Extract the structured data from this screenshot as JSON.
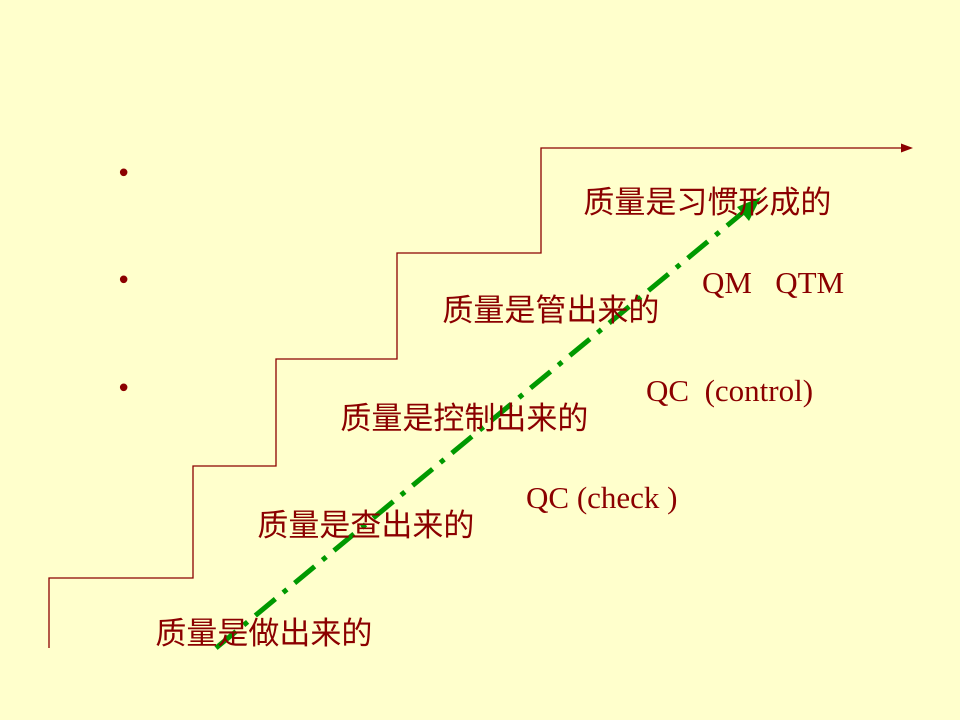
{
  "slide": {
    "bullet_char": "•",
    "steps": [
      {
        "text": "质量是习惯形成的",
        "code": ""
      },
      {
        "text": "质量是管出来的",
        "code": "QM   QTM"
      },
      {
        "text": "质量是控制出来的",
        "code": "QC  (control)"
      },
      {
        "text": "质量是查出来的",
        "code": "QC (check )"
      },
      {
        "text": "质量是做出来的",
        "code": ""
      }
    ]
  },
  "colors": {
    "background": "#FFFFCC",
    "text": "#8B0000",
    "stair_line": "#8B0000",
    "arrow": "#009900"
  }
}
